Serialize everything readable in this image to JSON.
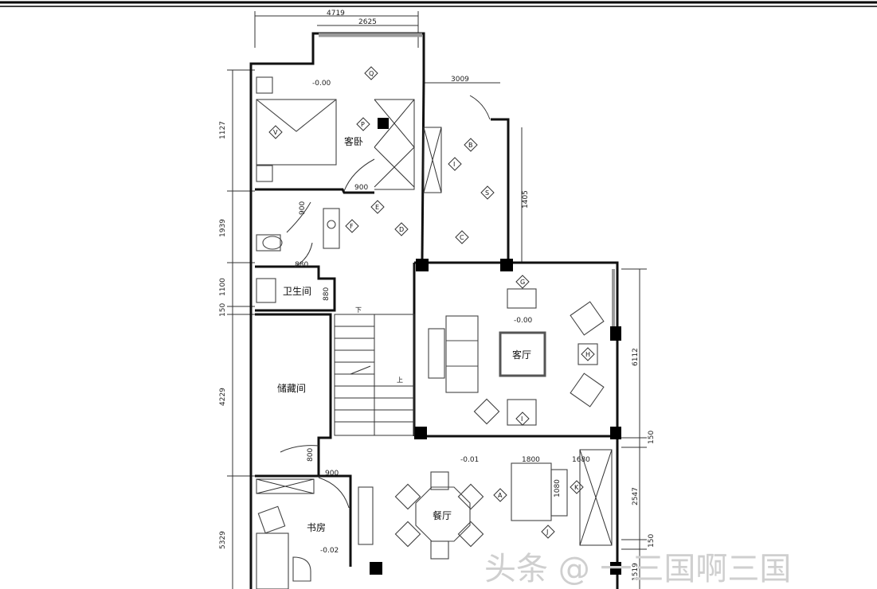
{
  "rooms": {
    "guest_bedroom": "客卧",
    "bathroom": "卫生间",
    "storage": "储藏间",
    "living_room": "客厅",
    "dining_room": "餐厅",
    "study": "书房"
  },
  "stair_labels": {
    "down": "下",
    "up": "上"
  },
  "dimensions": {
    "top_total": "4719",
    "top_inner": "2625",
    "bay": "3009",
    "left_1": "1127",
    "left_2": "1939",
    "left_3": "1100",
    "left_4": "150",
    "left_5": "4229",
    "left_6": "5329",
    "right_1": "1405",
    "right_2": "6112",
    "right_3": "150",
    "right_4": "2547",
    "right_5": "150",
    "right_6": "1519",
    "door_1": "900",
    "door_2": "900",
    "door_3": "880",
    "door_4": "800",
    "door_5": "900",
    "door_6": "880",
    "sofa_w": "1800",
    "sofa_d": "1680",
    "seat": "1080"
  },
  "levels": {
    "bedroom": "-0.00",
    "living": "-0.00",
    "dining": "-0.01",
    "study": "-0.02"
  },
  "tags": [
    "Q",
    "P",
    "V",
    "B",
    "I",
    "S",
    "E",
    "F",
    "D",
    "C",
    "G",
    "H",
    "I",
    "A",
    "J",
    "K"
  ],
  "watermark": "头条 @ 一三国啊三国"
}
